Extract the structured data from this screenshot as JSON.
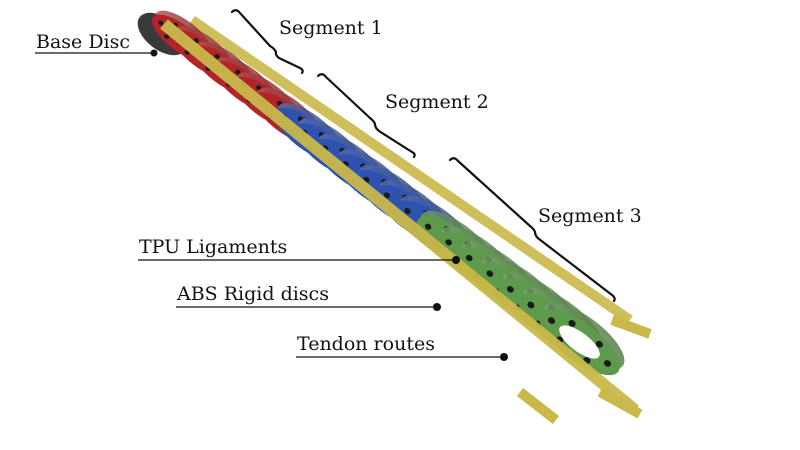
{
  "labels": {
    "base_disc": "Base Disc",
    "segment_1": "Segment 1",
    "segment_2": "Segment 2",
    "segment_3": "Segment 3",
    "tpu_ligaments": "TPU Ligaments",
    "abs_rigid_discs": "ABS Rigid discs",
    "tendon_routes": "Tendon routes"
  },
  "colors": {
    "segment_1": "#b32428",
    "segment_2": "#2d52b0",
    "segment_3": "#5e9a4c",
    "ligament": "#c9b94a",
    "base_disc": "#3a3a3a"
  }
}
